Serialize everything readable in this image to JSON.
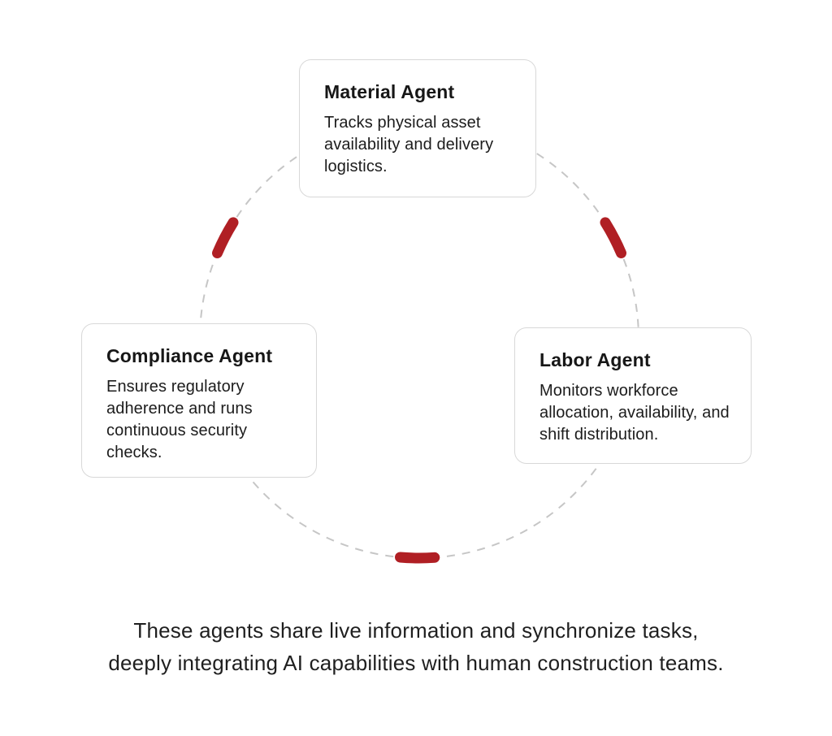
{
  "diagram": {
    "agents": [
      {
        "title": "Material Agent",
        "description": "Tracks physical asset availability and delivery logistics."
      },
      {
        "title": "Compliance Agent",
        "description": "Ensures regulatory adherence and runs continuous security checks."
      },
      {
        "title": "Labor Agent",
        "description": "Monitors workforce allocation, availability, and shift distribution."
      }
    ],
    "caption": "These agents share live information and synchronize tasks, deeply integrating AI capabilities with human construction teams.",
    "colors": {
      "accent_red": "#B01F24",
      "circle_dash": "#C6C6C6",
      "card_border": "#D8D8D8",
      "text": "#1C1C1C"
    }
  }
}
